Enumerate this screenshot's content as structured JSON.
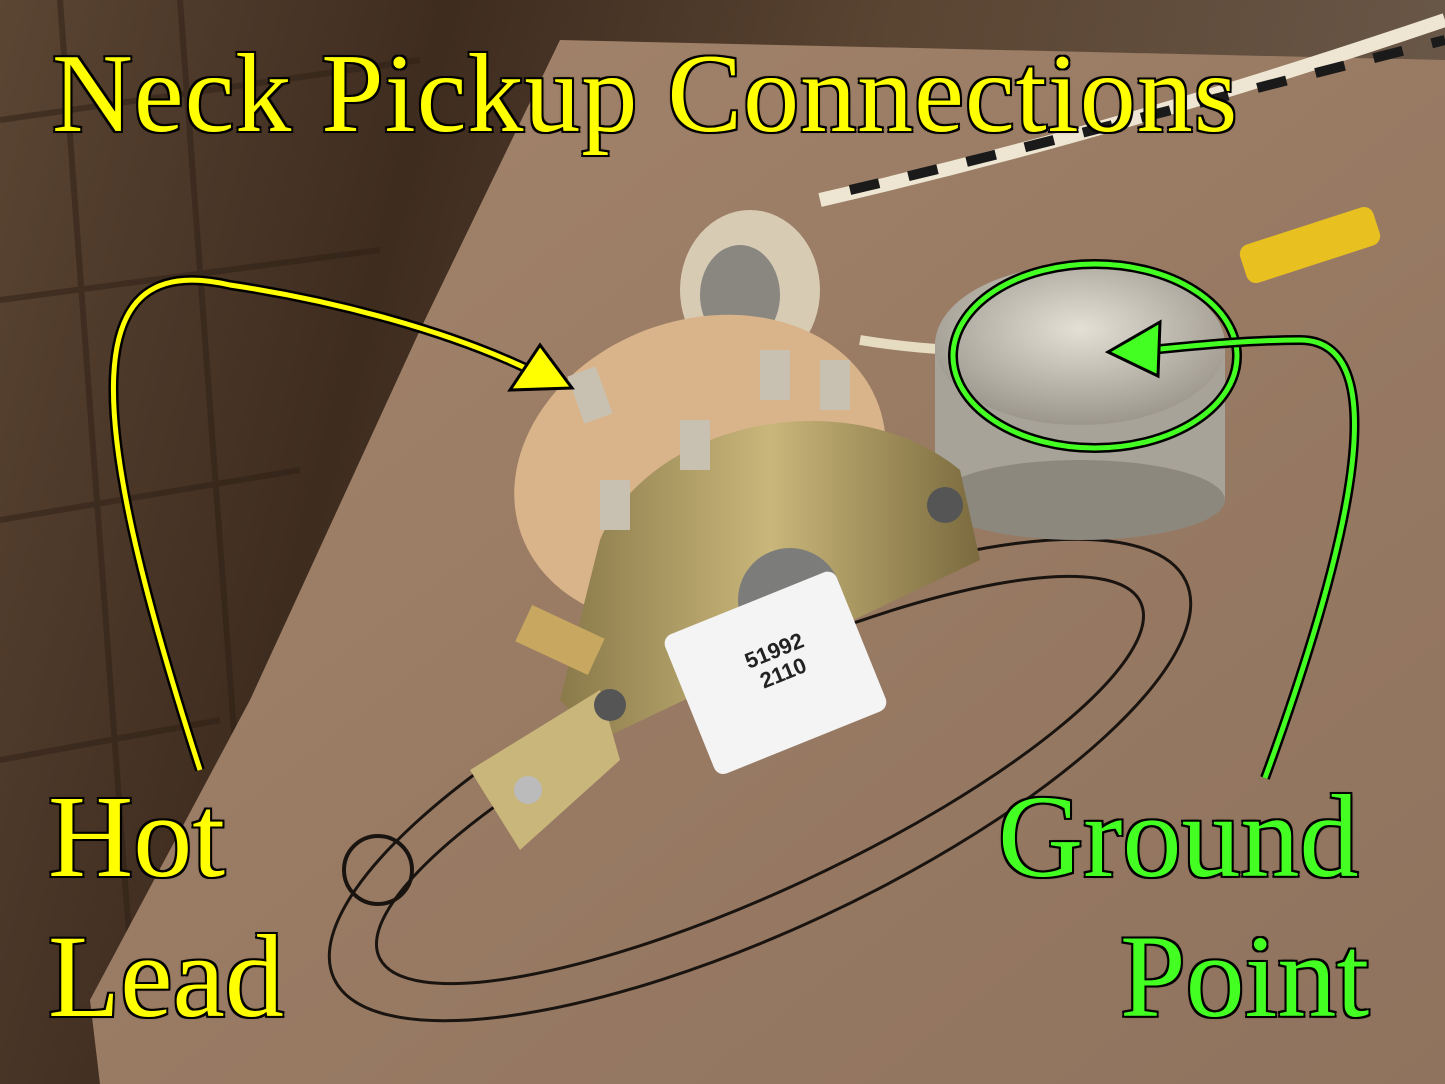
{
  "title": "Neck Pickup Connections",
  "annotations": {
    "hot_line1": "Hot",
    "hot_line2": "Lead",
    "ground_line1": "Ground",
    "ground_line2": "Point"
  },
  "switch_label": {
    "part_number": "51992",
    "date_code": "2110"
  },
  "colors": {
    "hot": "#ffff00",
    "ground": "#44ff22"
  }
}
